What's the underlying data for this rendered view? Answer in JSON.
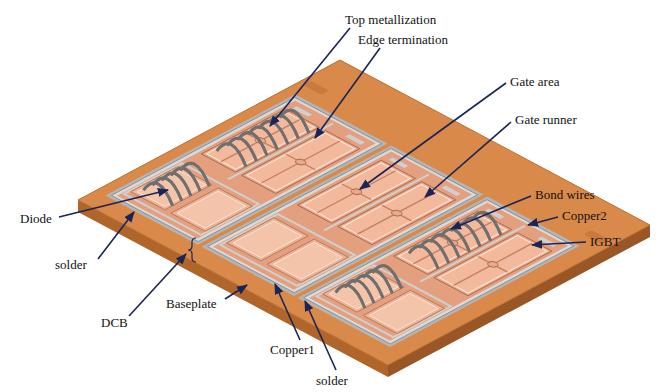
{
  "diagram": {
    "labels": [
      "Top metallization",
      "Edge termination",
      "Gate area",
      "Gate runner",
      "Bond wires",
      "Copper2",
      "Diode",
      "IGBT",
      "solder",
      "Baseplate",
      "DCB",
      "Copper1",
      "solder"
    ]
  }
}
